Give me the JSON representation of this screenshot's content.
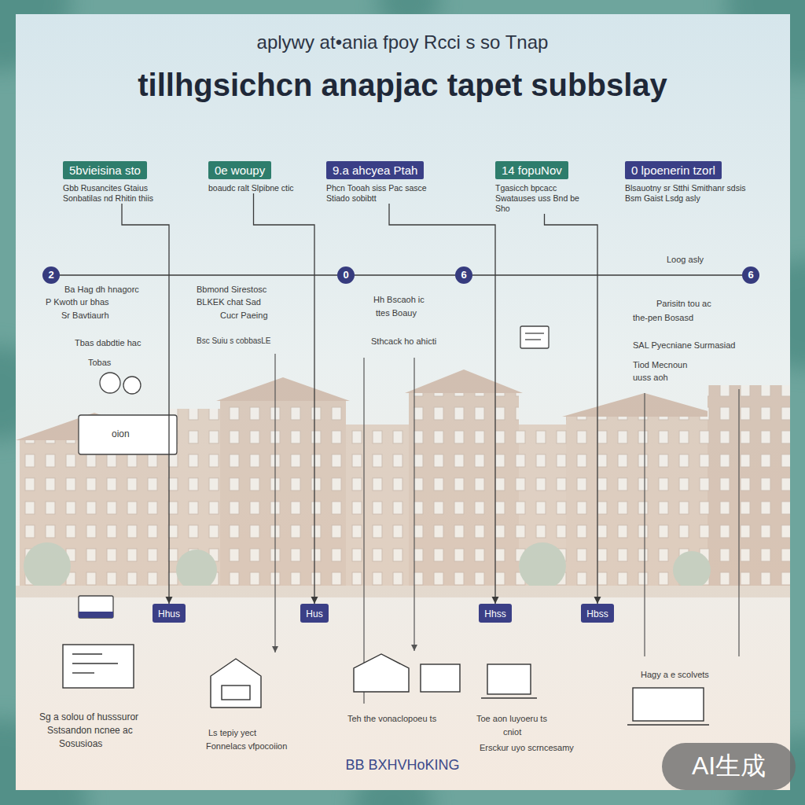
{
  "diagram": {
    "title": "tillhgsichcn anapjac tapet subbslay",
    "caption": "BB BXHVHoKING",
    "nodes": [
      {
        "text": [
          "5bvieisina sto",
          "Gbb Rusancites Gtaius Sonbatilas nd Rhitin thiis"
        ]
      },
      {
        "text": [
          "0e woupy",
          "boaudc ralt Slpibne ctic"
        ]
      },
      {
        "text": [
          "9.a ahcyea Ptah",
          "Phcn Tooah siss Pac sasce Stiado sobibtt"
        ]
      },
      {
        "text": [
          "14 fopuNov",
          "Tgasicch bpcacc Swatauses uss Bnd be Sho"
        ]
      },
      {
        "text": [
          "0 lpoenerin tzorl",
          "Blsauotny sr Stthi Smithanr sdsis Bsm Gaist Lsdg asly"
        ]
      },
      {
        "text": [
          "2"
        ]
      },
      {
        "text": [
          "0"
        ]
      },
      {
        "text": [
          "6"
        ]
      },
      {
        "text": [
          "6"
        ]
      },
      {
        "text": [
          "Hhus"
        ]
      },
      {
        "text": [
          "Hus"
        ]
      },
      {
        "text": [
          "Hhss"
        ]
      },
      {
        "text": [
          "Hbss"
        ]
      }
    ],
    "edges": [
      {
        "from": 5,
        "to": 6,
        "arrow": "none"
      },
      {
        "from": 6,
        "to": 7,
        "arrow": "none"
      },
      {
        "from": 7,
        "to": 8,
        "arrow": "none"
      },
      {
        "from": 0,
        "to": 9,
        "arrow": "to"
      },
      {
        "from": 1,
        "to": 10,
        "arrow": "to"
      },
      {
        "from": 2,
        "to": 11,
        "arrow": "to"
      },
      {
        "from": 3,
        "to": 12,
        "arrow": "to"
      }
    ],
    "labels": [
      "aplywy at•ania fpoy Rcci s so Tnap",
      "Ba Hag dh hnagorc",
      "P Kwoth ur bhas",
      "Sr Bavtiaurh",
      "Tbas dabdtie hac",
      "Tobas",
      "Bbmond Sirestosc",
      "BLKEK chat Sad",
      "Cucr Paeing",
      "Bsc Suiu s cobbasLE",
      "Hh Bscaoh ic",
      "ttes Boauy",
      "Sthcack ho ahicti",
      "Loog asly",
      "Parisitn tou ac",
      "the-pen Bosasd",
      "SAL Pyecniane Surmasiad",
      "Tiod Mecnoun",
      "uuss aoh",
      "oion",
      "Sg a solou of husssuror",
      "Sstsandon ncnee ac",
      "Sosusioas",
      "Ls tepiy yect",
      "Fonnelacs vfpocoiion",
      "Teh the vonaclopoeu ts",
      "Toe aon luyoeru ts",
      "cniot",
      "Hagy a e scolvets",
      "Ersckur uyo scrncesamy",
      "AI生成"
    ]
  }
}
